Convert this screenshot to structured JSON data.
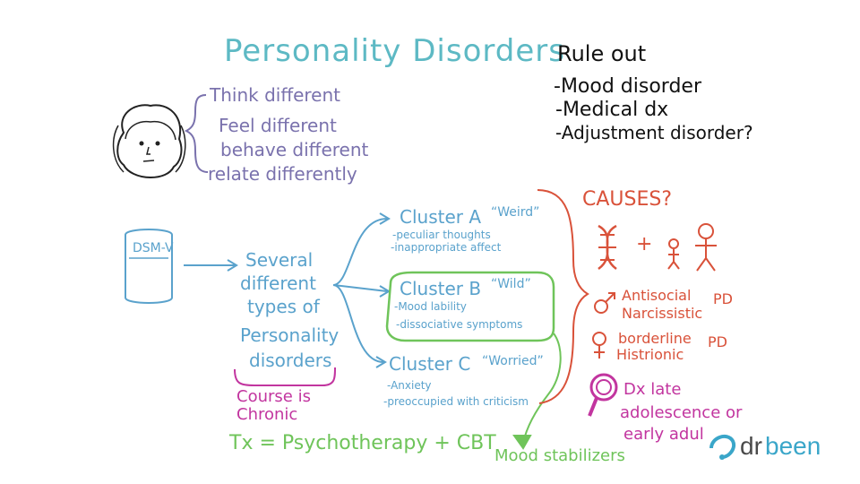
{
  "title": "Personality Disorders",
  "rule_out": {
    "heading": "Rule out",
    "items": [
      "-Mood disorder",
      "-Medical dx",
      "-Adjustment disorder?"
    ]
  },
  "traits": [
    "Think different",
    "Feel different",
    "behave different",
    "relate differently"
  ],
  "dsm_label": "DSM-V",
  "types_text": [
    "Several",
    "different",
    "types of",
    "Personality",
    "disorders"
  ],
  "clusters": [
    {
      "name": "Cluster A",
      "tag": "“Weird”",
      "notes": [
        "-peculiar thoughts",
        "-inappropriate affect"
      ]
    },
    {
      "name": "Cluster B",
      "tag": "“Wild”",
      "notes": [
        "-Mood lability",
        "-dissociative symptoms"
      ]
    },
    {
      "name": "Cluster C",
      "tag": "“Worried”",
      "notes": [
        "-Anxiety",
        "-preoccupied with criticism"
      ]
    }
  ],
  "course": [
    "Course is",
    "Chronic"
  ],
  "tx": "Tx = Psychotherapy + CBT",
  "mood_stabilizers": "Mood stabilizers",
  "causes": {
    "heading": "CAUSES?",
    "plus": "+",
    "male": [
      "Antisocial",
      "Narcissistic"
    ],
    "male_pd": "PD",
    "female": [
      "borderline",
      "Histrionic"
    ],
    "female_pd": "PD",
    "dx": [
      "Dx late",
      "adolescence or",
      "early adul"
    ]
  },
  "logo": {
    "dr": "dr",
    "been": "been"
  },
  "colors": {
    "teal": "#5db9c4",
    "purple": "#7a72ad",
    "blue": "#5aa2cc",
    "green": "#6fc45a",
    "red": "#d9523a",
    "magenta": "#c2359f",
    "black": "#111111"
  }
}
